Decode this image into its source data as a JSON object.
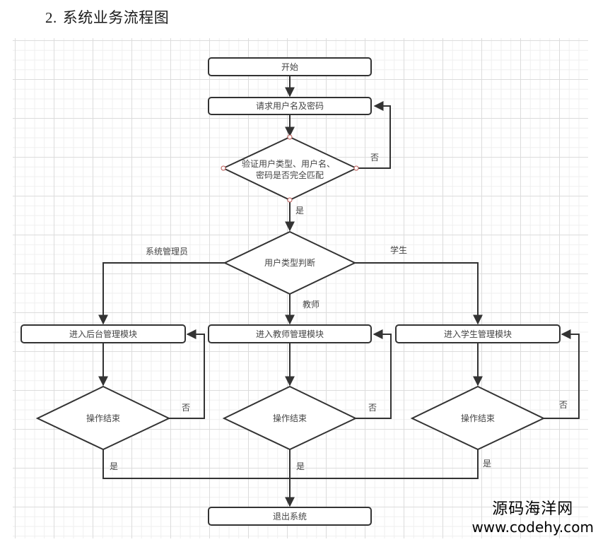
{
  "heading": {
    "number": "2.",
    "title": "系统业务流程图"
  },
  "colors": {
    "line": "#333333",
    "node_border": "#333333",
    "node_fill": "#ffffff",
    "connector_dot": "#b85450",
    "grid_major": "#dcdcdc",
    "grid_minor": "#efefef",
    "text": "#444444"
  },
  "nodes": {
    "start": "开始",
    "request_credentials": "请求用户名及密码",
    "verify_line1": "验证用户类型、用户名、",
    "verify_line2": "密码是否完全匹配",
    "user_type": "用户类型判断",
    "admin_module": "进入后台管理模块",
    "teacher_module": "进入教师管理模块",
    "student_module": "进入学生管理模块",
    "op_end_admin": "操作结束",
    "op_end_teacher": "操作结束",
    "op_end_student": "操作结束",
    "exit": "退出系统"
  },
  "edge_labels": {
    "verify_no": "否",
    "verify_yes": "是",
    "admin": "系统管理员",
    "teacher": "教师",
    "student": "学生",
    "admin_no": "否",
    "teacher_no": "否",
    "student_no": "否",
    "admin_yes": "是",
    "teacher_yes": "是",
    "student_yes": "是"
  },
  "watermark": {
    "cn": "源码海洋网",
    "url": "www.codehy.com"
  }
}
